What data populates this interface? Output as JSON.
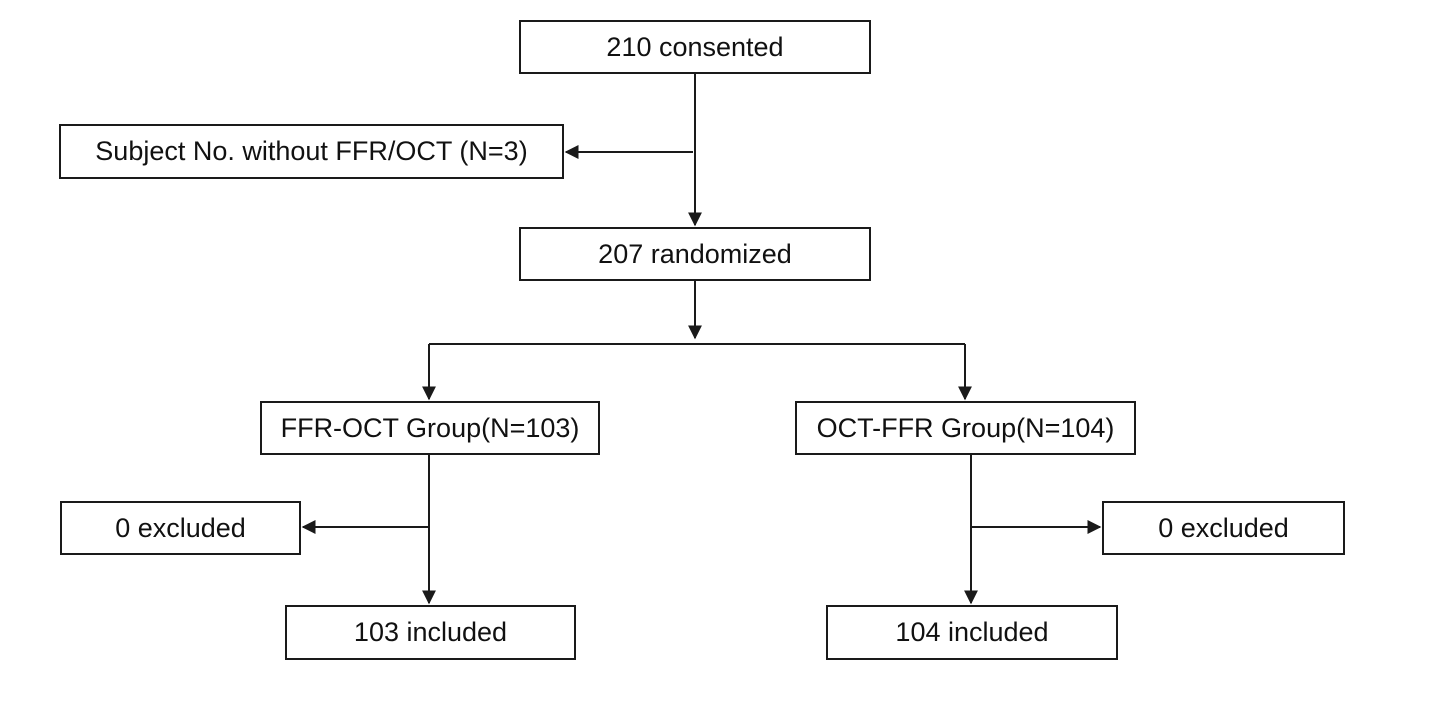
{
  "flowchart": {
    "consented": "210 consented",
    "without_ffr_oct": "Subject No. without FFR/OCT (N=3)",
    "randomized": "207 randomized",
    "ffr_oct_group": "FFR-OCT Group(N=103)",
    "oct_ffr_group": "OCT-FFR Group(N=104)",
    "excluded_left": "0 excluded",
    "excluded_right": "0 excluded",
    "included_left": "103 included",
    "included_right": "104 included"
  },
  "colors": {
    "line": "#1a1a1a",
    "box_border": "#1a1a1a",
    "background": "#ffffff"
  }
}
